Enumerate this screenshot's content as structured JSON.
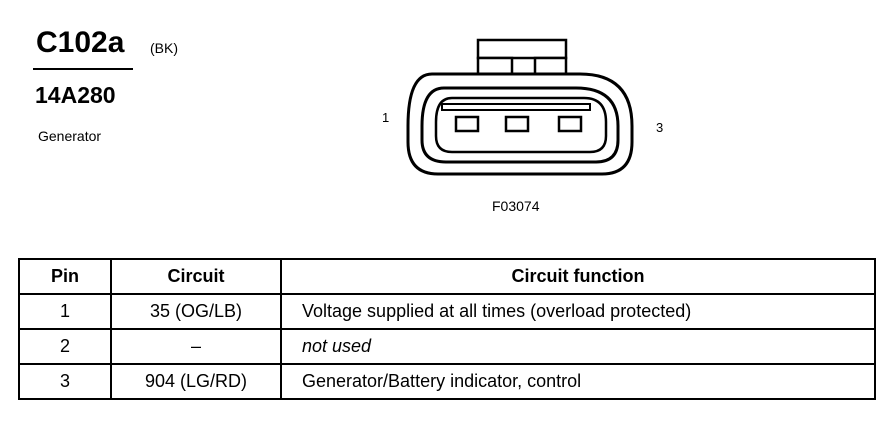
{
  "connector": {
    "id": "C102a",
    "color_code": "(BK)",
    "part_number": "14A280",
    "component": "Generator",
    "pin_left_label": "1",
    "pin_right_label": "3",
    "figure_id": "F03074"
  },
  "table": {
    "headers": [
      "Pin",
      "Circuit",
      "Circuit function"
    ],
    "rows": [
      {
        "pin": "1",
        "circuit": "35 (OG/LB)",
        "function": "Voltage supplied at all times (overload protected)"
      },
      {
        "pin": "2",
        "circuit": "–",
        "function": "not used"
      },
      {
        "pin": "3",
        "circuit": "904 (LG/RD)",
        "function": "Generator/Battery indicator, control"
      }
    ]
  }
}
